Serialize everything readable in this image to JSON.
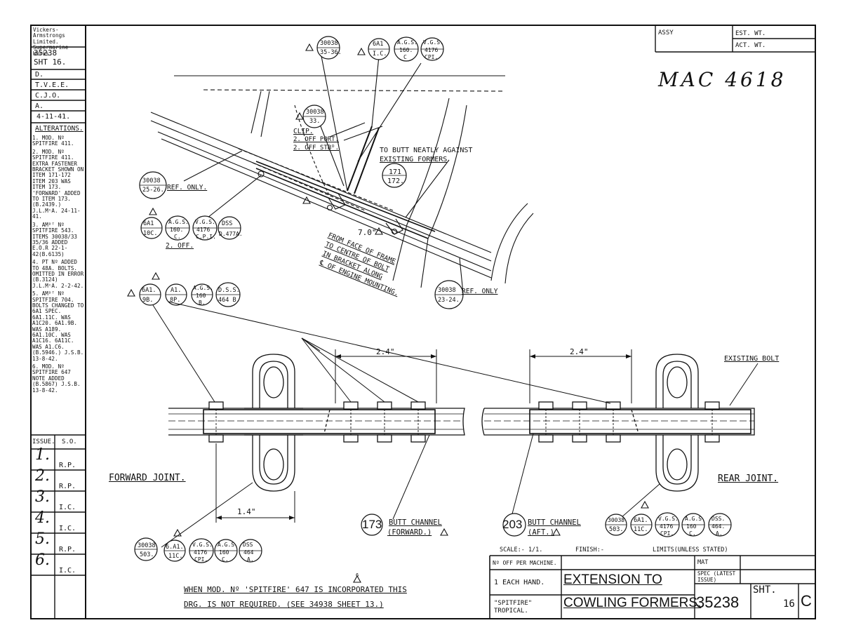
{
  "drawing": {
    "title_line1": "EXTENSION TO",
    "title_line2": "COWLING FORMERS.",
    "number": "35238",
    "sheet_label": "SHT.",
    "sheet_no": "16",
    "issue_letter": "C",
    "handwritten_ref": "MAC 4618",
    "scale": "SCALE:- 1/1.",
    "finish": "FINISH:-",
    "limits": "LIMITS(UNLESS STATED)",
    "assy": "ASSY",
    "est_wt": "EST. WT.",
    "act_wt": "ACT. WT.",
    "mat": "MAT",
    "spec": "SPEC (LATEST ISSUE)",
    "off_per_machine": "Nº OFF PER MACHINE.",
    "hand": "1 EACH HAND.",
    "aircraft": "\"SPITFIRE\" TROPICAL.",
    "note_line1": "WHEN MOD. Nº 'SPITFIRE' 647 IS INCORPORATED THIS",
    "note_line2": "DRG. IS NOT REQUIRED. (SEE 34938 SHEET 13.)"
  },
  "left_column": {
    "maker": "Vickers-Armstrongs Limited. Supermarine Works.",
    "number": "35238",
    "sheet": "SHT 16.",
    "rows": [
      "D.",
      "T.V.E.E.",
      "C.J.O.",
      "A.",
      "4-11-41."
    ],
    "alterations_title": "ALTERATIONS.",
    "alterations": [
      "1. MOD. Nº SPITFIRE 411.",
      "2. MOD. Nº SPITFIRE 411. EXTRA FASTENER BRACKET SHOWN ON ITEM 171-172 ITEM 203 WAS ITEM 173. 'FORWARD' ADDED TO ITEM 173. (B.2439.) J.L.MᶜA. 24-11-41.",
      "3. AMᴰᵀ Nº SPITFIRE 543. ITEMS 30038/33 35/36 ADDED E.O.R 22-1-42(B.6135)",
      "4. PT Nº ADDED TO 48A. BOLTS. OMITTED IN ERROR (B.3124) J.L.MᶜA. 2-2-42.",
      "5. AMᴰᵀ Nº SPITFIRE 704. BOLTS CHANGED TO 6A1 SPEC. 6A1.11C. WAS A1C20. 6A1.9B. WAS A189. 6A1.10C. WAS A1C16. 6A11C. WAS A1.C6. (B.5946.) J.S.B. 13-8-42.",
      "6. MOD. Nº SPITFIRE 647 NOTE ADDED (B.5867) J.S.B. 13-8-42."
    ],
    "issue_header": "ISSUE.",
    "so_header": "S.O.",
    "issues": [
      {
        "no": "1.",
        "so": "R.P."
      },
      {
        "no": "2.",
        "so": "R.P."
      },
      {
        "no": "3.",
        "so": "I.C."
      },
      {
        "no": "4.",
        "so": "I.C."
      },
      {
        "no": "5.",
        "so": "R.P."
      },
      {
        "no": "6.",
        "so": "I.C."
      }
    ]
  },
  "callouts": {
    "top": [
      {
        "a": "30038",
        "b": "35-36."
      },
      {
        "a": "6A1",
        "b": "I.C."
      },
      {
        "a": "A.G.S.",
        "b": "160.",
        "c": "C"
      },
      {
        "a": "V.G.S.",
        "b": "4176",
        "c": "CPI."
      }
    ],
    "item33": {
      "a": "30038",
      "b": "33."
    },
    "clip": [
      "CLIP.",
      "2. OFF PORT.",
      "2. OFF STBᴰ."
    ],
    "butt_note": [
      "TO BUTT NEATLY AGAINST",
      "EXISTING FORMERS"
    ],
    "items_171_172": {
      "a": "171",
      "b": "172."
    },
    "ref_25_26": {
      "a": "30038",
      "b": "25-26.",
      "label": "REF. ONLY."
    },
    "bolt_group_1": [
      {
        "a": "6A1",
        "b": "10C."
      },
      {
        "a": "A.G.S.",
        "b": "160.",
        "c": "C."
      },
      {
        "a": "V.G.S.",
        "b": "4176",
        "c": "C.P.I."
      },
      {
        "a": "DSS",
        "b": "D.477A."
      }
    ],
    "two_off": "2. OFF.",
    "dim_7": "7.0\"",
    "engine_note": [
      "FROM FACE OF FRAME",
      "TO CENTRE OF BOLT",
      "IN BRACKET ALONG",
      "℄ OF ENGINE MOUNTING."
    ],
    "ref_23_24": {
      "a": "30038",
      "b": "23-24.",
      "label": "REF. ONLY"
    },
    "bolt_group_2": [
      {
        "a": "6A1.",
        "b": "9B."
      },
      {
        "a": "A1.",
        "b": "8P."
      },
      {
        "a": "A.G.S.",
        "b": "160",
        "c": "B."
      },
      {
        "a": "D.S.S.",
        "b": "464 B."
      }
    ],
    "dim_left": "2.4\"",
    "dim_right": "2.4\"",
    "existing_bolt": "EXISTING BOLT",
    "forward_joint": "FORWARD JOINT.",
    "rear_joint": "REAR JOINT.",
    "dim_bottom": "1.4\"",
    "item_173": {
      "no": "173",
      "label": "BUTT CHANNEL",
      "sub": "(FORWARD.)"
    },
    "item_203": {
      "no": "203",
      "label": "BUTT CHANNEL",
      "sub": "(AFT.)"
    },
    "bottom_left_group": [
      {
        "a": "30038",
        "b": "503."
      },
      {
        "a": "6.A1.",
        "b": "11C."
      },
      {
        "a": "V.G.S.",
        "b": "4176",
        "c": "CPI."
      },
      {
        "a": "A.G.S.",
        "b": "160",
        "c": "C."
      },
      {
        "a": "DSS",
        "b": "464",
        "c": "A."
      }
    ],
    "bottom_right_group": [
      {
        "a": "30038",
        "b": "503."
      },
      {
        "a": "6A1.",
        "b": "11C."
      },
      {
        "a": "V.G.S.",
        "b": "4176",
        "c": "CPI."
      },
      {
        "a": "A.G.S.",
        "b": "160",
        "c": "C."
      },
      {
        "a": "DSS.",
        "b": "464.",
        "c": "A."
      }
    ],
    "amendment_flag": "6"
  }
}
